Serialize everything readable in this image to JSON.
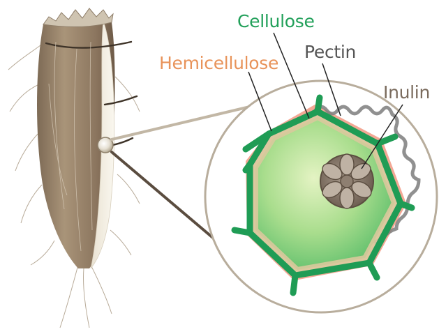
{
  "labels": {
    "cellulose": "Cellulose",
    "hemicellulose": "Hemicellulose",
    "pectin": "Pectin",
    "inulin": "Inulin"
  },
  "colors": {
    "cellulose": "#22a05a",
    "hemicellulose": "#e8935a",
    "pectin": "#555555",
    "inulin": "#7a6b5d",
    "cell_interior": "#8fd67a",
    "root_skin": "#a08a70",
    "root_flesh": "#f1ece0",
    "zoom_ring": "#b8ad9c",
    "leader": "#222222"
  }
}
